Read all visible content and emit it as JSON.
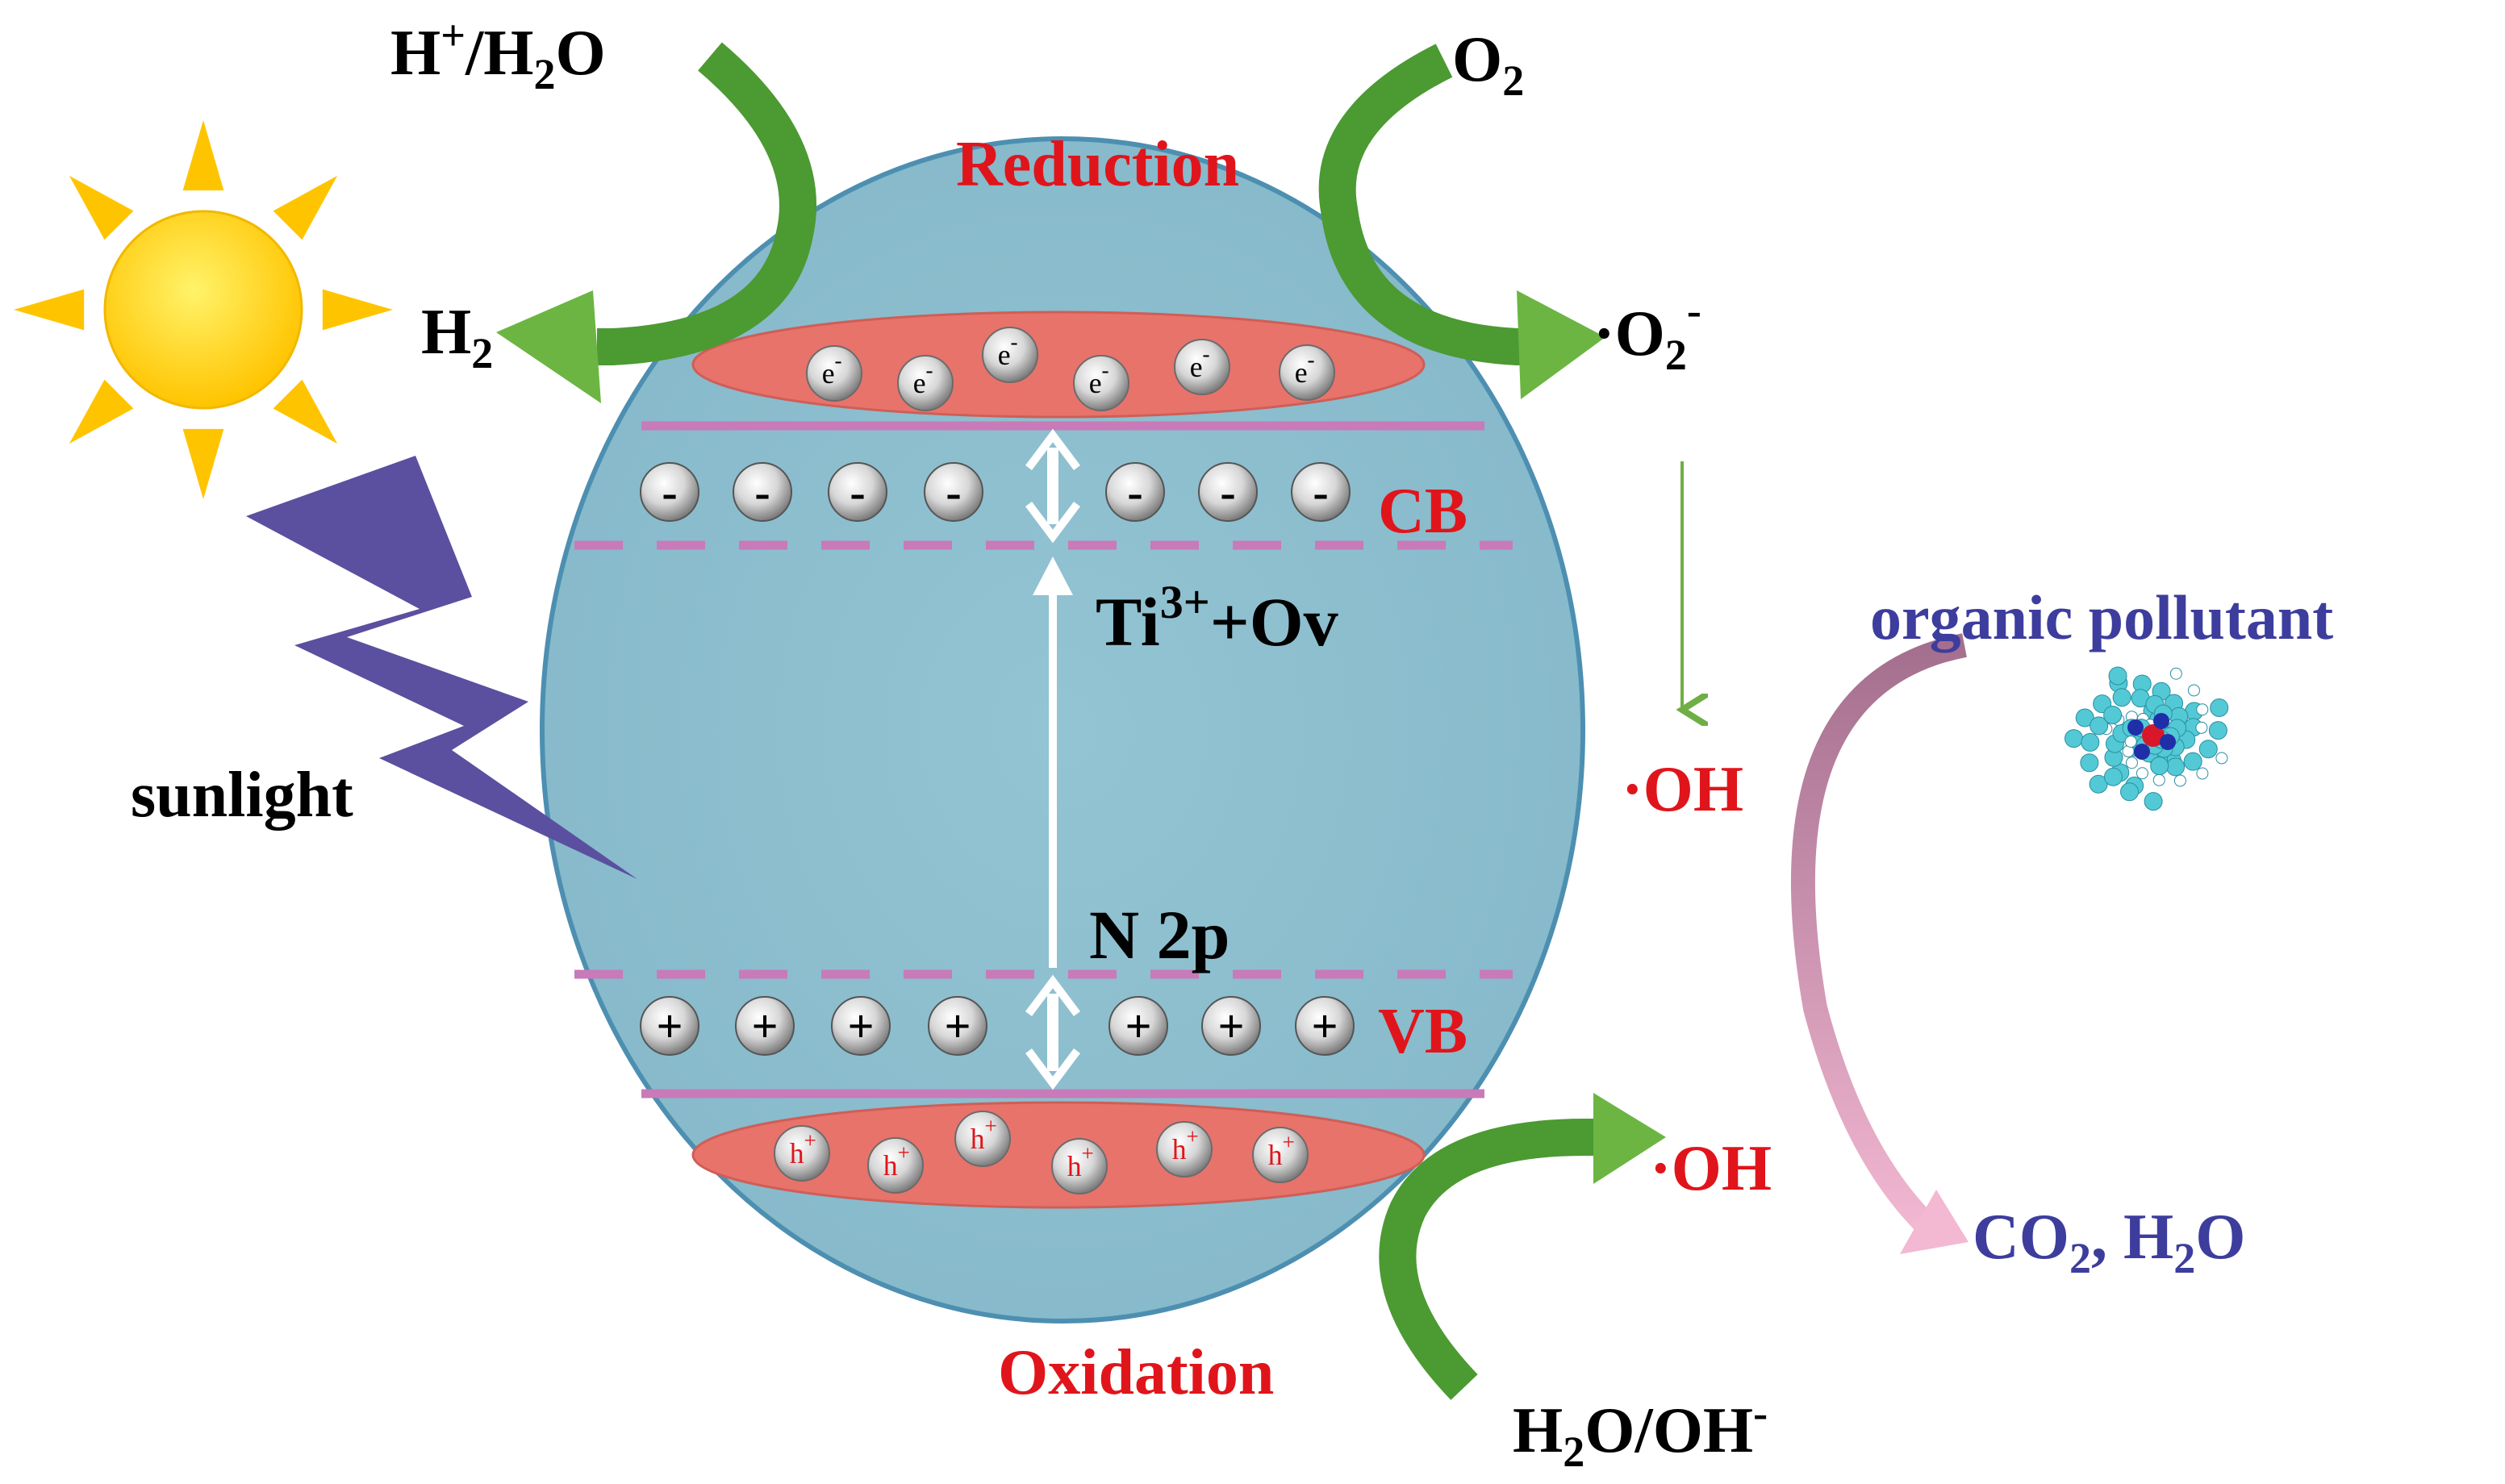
{
  "labels": {
    "h_plus_water": {
      "a": "H",
      "sup": "+",
      "b": "/H",
      "sub": "2",
      "c": "O"
    },
    "h2": {
      "a": "H",
      "sub": "2"
    },
    "o2": {
      "a": "O",
      "sub": "2"
    },
    "superoxide": {
      "a": "·O",
      "sub": "2",
      "sup": "-"
    },
    "reduction": "Reduction",
    "oxidation": "Oxidation",
    "sunlight": "sunlight",
    "cb": "CB",
    "vb": "VB",
    "ti_ov": {
      "a": "Ti",
      "sup": "3+",
      "b": "+Ov"
    },
    "n2p": "N 2p",
    "oh_middle": "·OH",
    "oh_bottom": "·OH",
    "organic_pollutant": "organic pollutant",
    "co2_h2o": {
      "a": "CO",
      "sub1": "2",
      "b": ", H",
      "sub2": "2",
      "c": "O"
    },
    "water_hydroxide": {
      "a": "H",
      "sub": "2",
      "b": "O/OH",
      "sup": "-"
    }
  },
  "carriers": {
    "electron": {
      "base": "e",
      "sup": "-"
    },
    "hole": {
      "base": "h",
      "sup": "+"
    },
    "minus": "-",
    "plus": "+"
  },
  "colors": {
    "particle": "#8ebfcf",
    "band_pink": "#c97ab8",
    "ellipse": "#e8736b",
    "red_text": "#e0151b",
    "blue_text": "#3d3d9e",
    "green_arrow": "#5fa83a",
    "purple_bolt": "#5b4fa0",
    "sun": "#ffd21f"
  }
}
